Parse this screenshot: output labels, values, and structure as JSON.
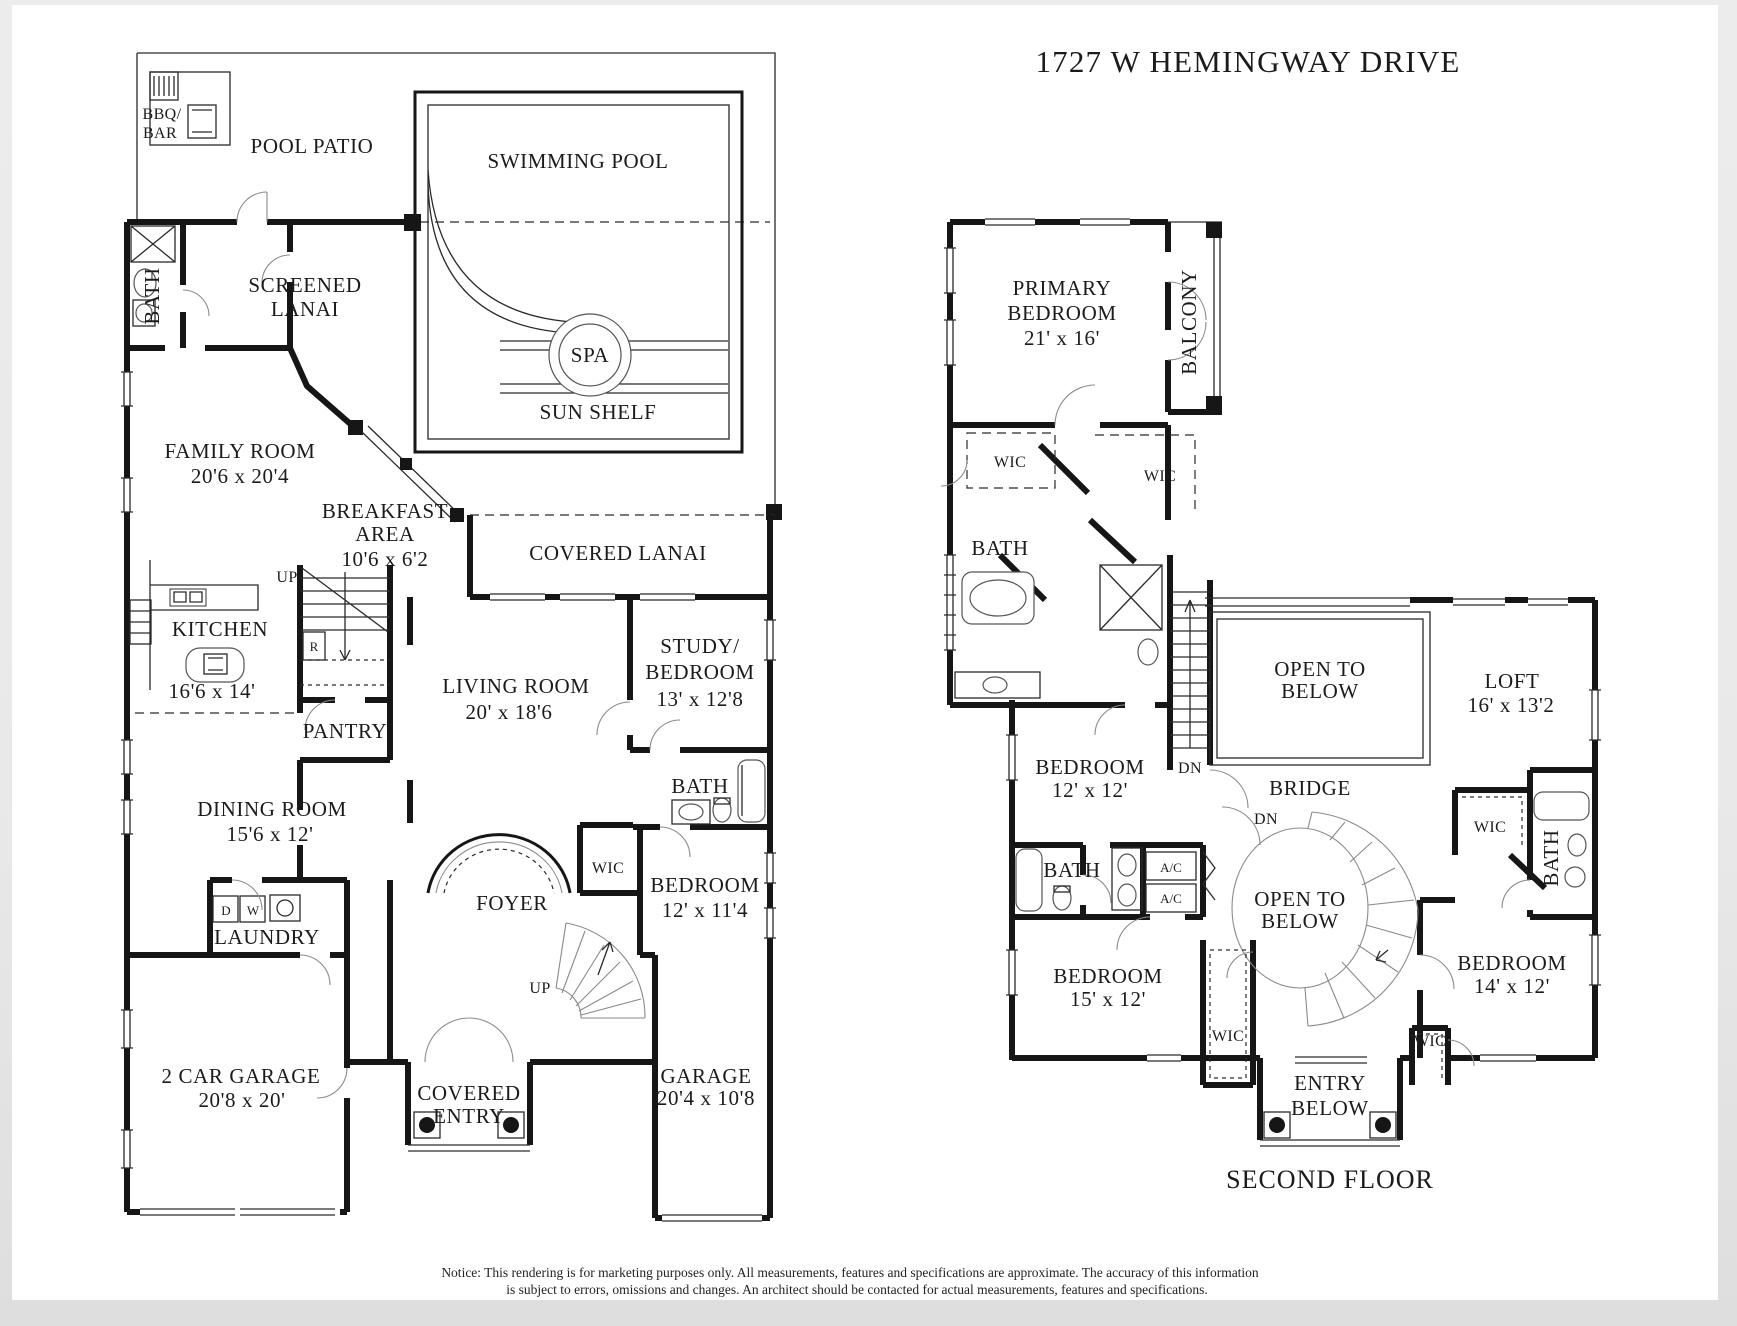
{
  "title": "1727 W HEMINGWAY DRIVE",
  "floor_caption": "SECOND FLOOR",
  "notice": {
    "line1": "Notice: This rendering is for marketing purposes only. All measurements, features and specifications are approximate. The accuracy of this information",
    "line2": "is subject to errors, omissions and changes. An architect should be contacted for actual measurements, features and specifications."
  },
  "first_floor": {
    "bbq_line1": "BBQ/",
    "bbq_line2": "BAR",
    "pool_patio": "POOL PATIO",
    "swimming_pool": "SWIMMING POOL",
    "spa": "SPA",
    "sun_shelf": "SUN SHELF",
    "screened_lanai_line1": "SCREENED",
    "screened_lanai_line2": "LANAI",
    "bath_top": "BATH",
    "family_room": "FAMILY ROOM",
    "family_room_dim": "20'6 x 20'4",
    "breakfast_line1": "BREAKFAST",
    "breakfast_line2": "AREA",
    "breakfast_dim": "10'6 x 6'2",
    "covered_lanai": "COVERED LANAI",
    "kitchen": "KITCHEN",
    "kitchen_dim": "16'6 x 14'",
    "up_stairs": "UP",
    "fridge": "R",
    "pantry": "PANTRY",
    "living_room": "LIVING ROOM",
    "living_room_dim": "20' x 18'6",
    "study_line1": "STUDY/",
    "study_line2": "BEDROOM",
    "study_dim": "13' x 12'8",
    "bath_hall": "BATH",
    "dining_room": "DINING ROOM",
    "dining_room_dim": "15'6 x 12'",
    "wic": "WIC",
    "bedroom": "BEDROOM",
    "bedroom_dim": "12' x 11'4",
    "foyer": "FOYER",
    "laundry": "LAUNDRY",
    "dryer": "D",
    "washer": "W",
    "up_foyer": "UP",
    "garage_2car": "2 CAR GARAGE",
    "garage_2car_dim": "20'8 x 20'",
    "covered_entry_line1": "COVERED",
    "covered_entry_line2": "ENTRY",
    "garage_1car": "GARAGE",
    "garage_1car_dim": "20'4 x 10'8"
  },
  "second_floor": {
    "primary_line1": "PRIMARY",
    "primary_line2": "BEDROOM",
    "primary_dim": "21' x 16'",
    "balcony": "BALCONY",
    "wic_primary_left": "WIC",
    "wic_primary_right": "WIC",
    "bath_primary": "BATH",
    "dn_stairs": "DN",
    "open_below_upper_line1": "OPEN TO",
    "open_below_upper_line2": "BELOW",
    "loft": "LOFT",
    "loft_dim": "16' x 13'2",
    "bridge": "BRIDGE",
    "bedroom12": "BEDROOM",
    "bedroom12_dim": "12' x 12'",
    "bath_hall": "BATH",
    "ac_upper": "A/C",
    "ac_lower": "A/C",
    "dn_spiral": "DN",
    "open_below_center_line1": "OPEN TO",
    "open_below_center_line2": "BELOW",
    "wic_bedroom14": "WIC",
    "bath_bedroom14": "BATH",
    "bedroom15": "BEDROOM",
    "bedroom15_dim": "15' x 12'",
    "wic_left": "WIC",
    "wic_right": "WIC",
    "entry_below_line1": "ENTRY",
    "entry_below_line2": "BELOW",
    "bedroom14": "BEDROOM",
    "bedroom14_dim": "14' x 12'"
  }
}
